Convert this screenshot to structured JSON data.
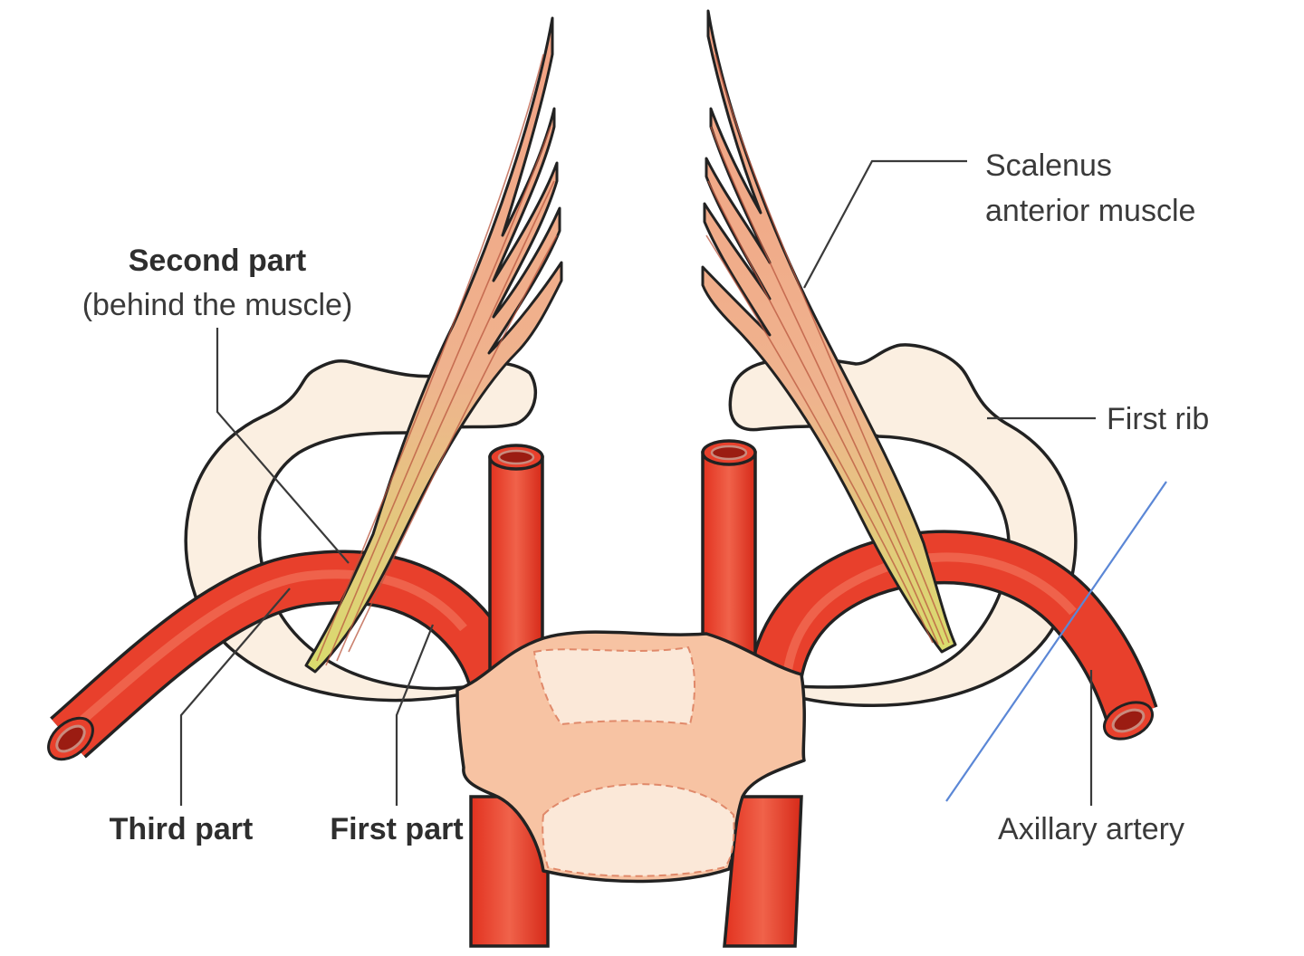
{
  "labels": {
    "second_part_title": "Second part",
    "second_part_note": "(behind the muscle)",
    "scalenus_line1": "Scalenus",
    "scalenus_line2": "anterior muscle",
    "first_rib": "First rib",
    "third_part": "Third part",
    "first_part": "First part",
    "axillary_artery": "Axillary artery"
  },
  "colors": {
    "artery": "#e8402c",
    "artery_dark": "#b9231a",
    "rib": "#fbefe1",
    "muscle": "#f3a98a",
    "muscle_tendon": "#d8d66c",
    "manubrium": "#f7c3a3",
    "guide_line": "#5b87d6"
  }
}
